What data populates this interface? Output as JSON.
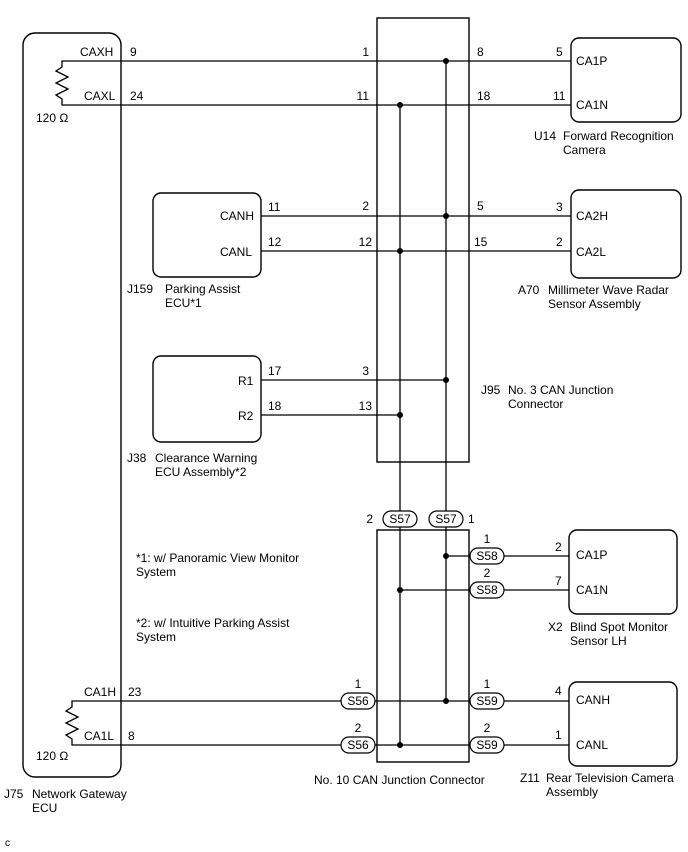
{
  "components": {
    "j75": {
      "code": "J75",
      "line1": "Network Gateway",
      "line2": "ECU"
    },
    "u14": {
      "code": "U14",
      "line1": "Forward Recognition",
      "line2": "Camera"
    },
    "j159": {
      "code": "J159",
      "line1": "Parking Assist",
      "line2": "ECU*1"
    },
    "a70": {
      "code": "A70",
      "line1": "Millimeter Wave Radar",
      "line2": "Sensor Assembly"
    },
    "j38": {
      "code": "J38",
      "line1": "Clearance Warning",
      "line2": "ECU Assembly*2"
    },
    "j95": {
      "code": "J95",
      "line1": "No. 3 CAN Junction",
      "line2": "Connector"
    },
    "x2": {
      "code": "X2",
      "line1": "Blind Spot Monitor",
      "line2": "Sensor LH"
    },
    "z11": {
      "code": "Z11",
      "line1": "Rear Television Camera",
      "line2": "Assembly"
    },
    "no10": {
      "line1": "No. 10 CAN Junction Connector"
    }
  },
  "resistors": {
    "top": "120 Ω",
    "bottom": "120 Ω"
  },
  "notes": {
    "n1_line1": "*1: w/ Panoramic View Monitor",
    "n1_line2": "System",
    "n2_line1": "*2: w/ Intuitive Parking Assist",
    "n2_line2": "System"
  },
  "corner_mark": "c",
  "terminals": {
    "j75_caxh": "CAXH",
    "j75_caxh_pin": "9",
    "j75_caxl": "CAXL",
    "j75_caxl_pin": "24",
    "j75_ca1h": "CA1H",
    "j75_ca1h_pin": "23",
    "j75_ca1l": "CA1L",
    "j75_ca1l_pin": "8",
    "j95_in_1": "1",
    "j95_in_11": "11",
    "j95_in_2": "2",
    "j95_in_12": "12",
    "j95_in_3": "3",
    "j95_in_13": "13",
    "j95_out_8": "8",
    "j95_out_18": "18",
    "j95_out_5": "5",
    "j95_out_15": "15",
    "u14_ca1p": "CA1P",
    "u14_ca1p_pin": "5",
    "u14_ca1n": "CA1N",
    "u14_ca1n_pin": "11",
    "j159_canh": "CANH",
    "j159_canh_pin": "11",
    "j159_canl": "CANL",
    "j159_canl_pin": "12",
    "a70_ca2h": "CA2H",
    "a70_ca2h_pin": "3",
    "a70_ca2l": "CA2L",
    "a70_ca2l_pin": "2",
    "j38_r1": "R1",
    "j38_r1_pin": "17",
    "j38_r2": "R2",
    "j38_r2_pin": "18",
    "x2_ca1p": "CA1P",
    "x2_ca1p_pin": "2",
    "x2_ca1n": "CA1N",
    "x2_ca1n_pin": "7",
    "z11_canh": "CANH",
    "z11_canh_pin": "4",
    "z11_canl": "CANL",
    "z11_canl_pin": "1"
  },
  "splices": {
    "s57_left": "S57",
    "s57_left_pin": "2",
    "s57_right": "S57",
    "s57_right_pin": "1",
    "s58_top": "S58",
    "s58_top_pin": "1",
    "s58_bot": "S58",
    "s58_bot_pin": "2",
    "s56_top": "S56",
    "s56_top_pin": "1",
    "s56_bot": "S56",
    "s56_bot_pin": "2",
    "s59_top": "S59",
    "s59_top_pin": "1",
    "s59_bot": "S59",
    "s59_bot_pin": "2"
  }
}
